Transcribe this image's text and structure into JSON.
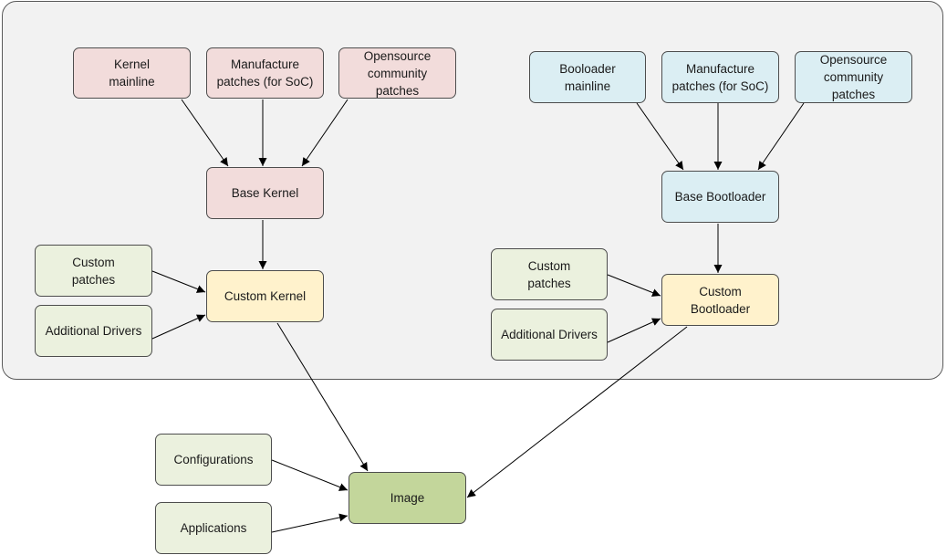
{
  "colors": {
    "kernel_source": "#f2dcdb",
    "bootloader_source": "#dbeef3",
    "addon": "#ebf1de",
    "custom_build": "#fff2cc",
    "image": "#c3d69b",
    "container_background": "#f2f2f2"
  },
  "kernel": {
    "mainline": "Kernel\nmainline",
    "manufacture": "Manufacture\npatches (for SoC)",
    "opensource": "Opensource\ncommunity\npatches",
    "base": "Base Kernel",
    "custom_patches": "Custom\npatches",
    "additional_drivers": "Additional Drivers",
    "custom": "Custom Kernel"
  },
  "bootloader": {
    "mainline": "Booloader\nmainline",
    "manufacture": "Manufacture\npatches (for SoC)",
    "opensource": "Opensource\ncommunity\npatches",
    "base": "Base Bootloader",
    "custom_patches": "Custom\npatches",
    "additional_drivers": "Additional Drivers",
    "custom": "Custom\nBootloader"
  },
  "image_build": {
    "configurations": "Configurations",
    "applications": "Applications",
    "image": "Image"
  }
}
